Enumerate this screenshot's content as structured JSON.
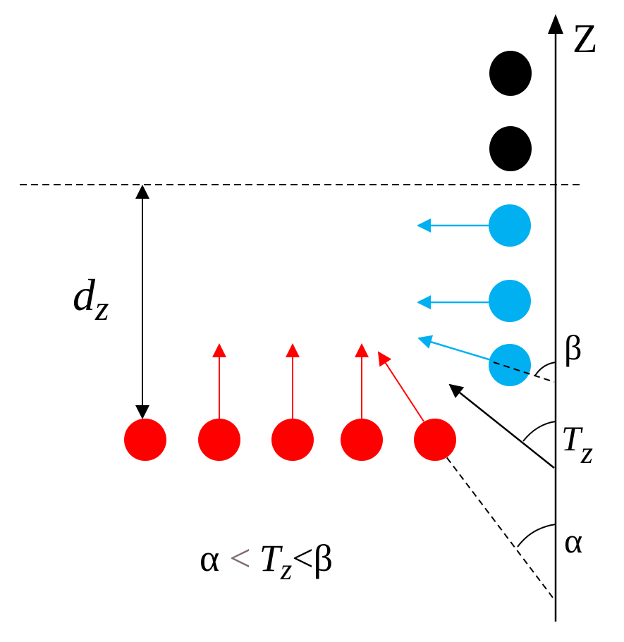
{
  "diagram": {
    "axis_label": "Z",
    "distance_label": {
      "main": "d",
      "sub": "z"
    },
    "beta_label": "β",
    "tz_label": {
      "main": "T",
      "sub": "z"
    },
    "alpha_label": "α",
    "inequality": {
      "alpha": "α",
      "lt1": "<",
      "t": "T",
      "sub": "z",
      "lt2": "<",
      "beta": "β"
    }
  },
  "colors": {
    "black_particles": "#000000",
    "blue_particles": "#00b0f0",
    "red_particles": "#ff0000",
    "inequality_lt": "#7f6b6b"
  }
}
